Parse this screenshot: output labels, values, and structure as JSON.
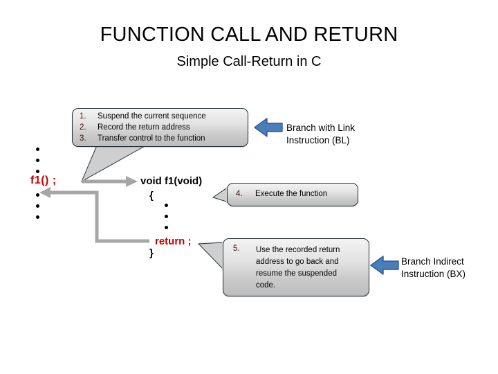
{
  "slide": {
    "title": "FUNCTION CALL AND RETURN",
    "subtitle": "Simple Call-Return in C",
    "background_color": "#ffffff"
  },
  "colors": {
    "code_red": "#c00000",
    "callout_fill_light": "#f3f3f3",
    "callout_fill_dark": "#bdbdbd",
    "callout_border": "#22303a",
    "arrow_gray": "#a6a6a6",
    "arrow_blue_fill": "#4a7ebb",
    "arrow_blue_border": "#2e5a8e",
    "text_black": "#000000"
  },
  "caller_code": {
    "call_statement": "f1()  ;",
    "bullets_above": 3,
    "bullets_below": 3
  },
  "callee_code": {
    "signature": "void f1(void)",
    "open_brace": "{",
    "bullets": 3,
    "return_statement": "return ;",
    "close_brace": "}"
  },
  "callout_steps": {
    "items": [
      {
        "number": "1.",
        "text": "Suspend the current sequence"
      },
      {
        "number": "2.",
        "text": "Record the return address"
      },
      {
        "number": "3.",
        "text": "Transfer control to the function"
      }
    ]
  },
  "callout_execute": {
    "number": "4.",
    "text": "Execute the function"
  },
  "callout_return": {
    "number": "5.",
    "lines": [
      "Use the recorded return",
      "address to go back and",
      "resume the suspended",
      "code."
    ]
  },
  "branch_link": {
    "line1": "Branch with Link",
    "line2": "Instruction (BL)",
    "arrow": "left-block-arrow"
  },
  "branch_indirect": {
    "line1": "Branch Indirect",
    "line2": "Instruction (BX)",
    "arrow": "left-block-arrow"
  }
}
